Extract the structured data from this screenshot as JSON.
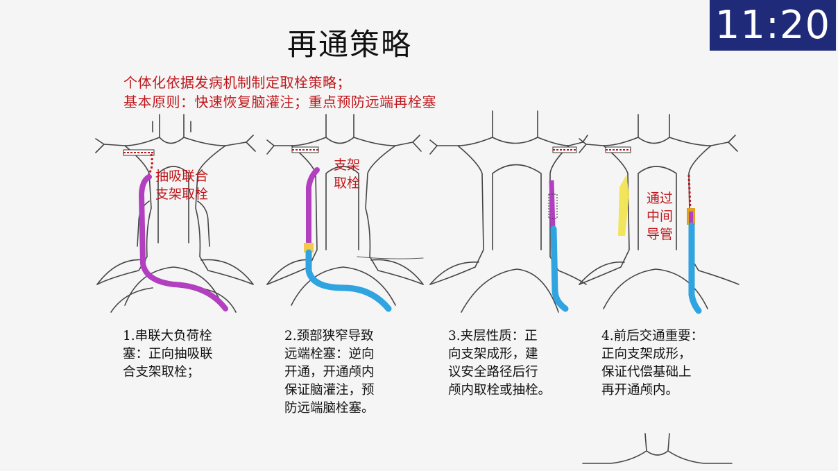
{
  "timer": "11:20",
  "title": "再通策略",
  "subtitle_lines": [
    "个体化依据发病机制制定取栓策略；",
    "基本原则：快速恢复脑灌注；重点预防远端再栓塞"
  ],
  "panels": [
    {
      "label_lines": [
        "抽吸联合",
        "支架取栓"
      ],
      "caption_lines": [
        "1.串联大负荷栓",
        "塞：正向抽吸联",
        "合支架取栓；"
      ]
    },
    {
      "label_lines": [
        "支架",
        "取栓"
      ],
      "caption_lines": [
        "2.颈部狭窄导致",
        "远端栓塞：逆向",
        "开通，开通颅内",
        "保证脑灌注，预",
        "防远端脑栓塞。"
      ]
    },
    {
      "label_lines": [],
      "caption_lines": [
        "3.夹层性质：正",
        "向支架成形，建",
        "议安全路径后行",
        "颅内取栓或抽栓。"
      ]
    },
    {
      "label_lines": [
        "通过",
        "中间",
        "导管"
      ],
      "caption_lines": [
        "4.前后交通重要：",
        "正向支架成形，",
        "保证代偿基础上",
        "再开通颅内。"
      ]
    }
  ],
  "colors": {
    "accent_red": "#c0161b",
    "timer_bg": "#1f2a78",
    "catheter_purple": "#b23fc0",
    "catheter_blue": "#2fa4e0",
    "stenosis_yellow": "#f2e24a"
  }
}
